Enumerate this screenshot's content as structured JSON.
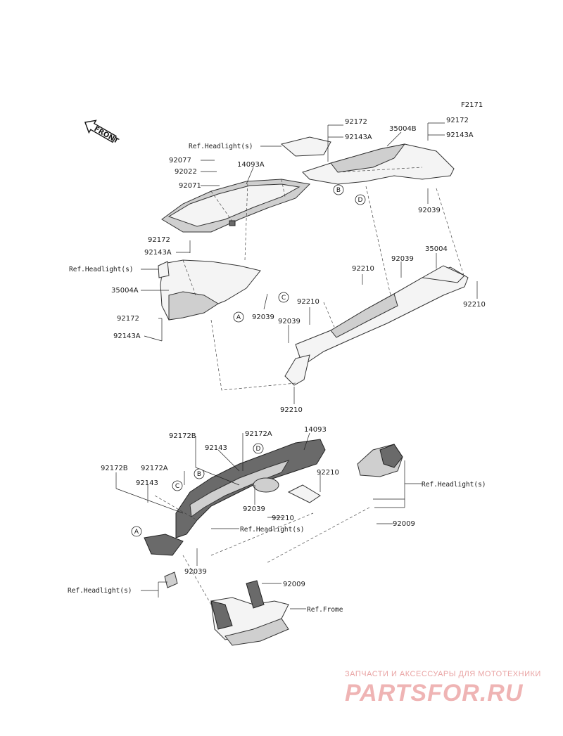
{
  "diagram": {
    "code": "F2171",
    "front_label": "FRONT",
    "upper_labels": {
      "p92172_tr1": "92172",
      "p92143A_tr1": "92143A",
      "p35004B": "35004B",
      "p92172_tr2": "92172",
      "p92143A_tr2": "92143A",
      "ref_headlight_top": "Ref.Headlight(s)",
      "p92077": "92077",
      "p92022": "92022",
      "p92071": "92071",
      "p14093A": "14093A",
      "p92039_tr": "92039",
      "p92172_l1": "92172",
      "p92143A_l1": "92143A",
      "ref_headlight_left": "Ref.Headlight(s)",
      "p35004A": "35004A",
      "p92172_l2": "92172",
      "p92143A_l2": "92143A",
      "p92039_m": "92039",
      "p92210_a": "92210",
      "p92039_b": "92039",
      "p35004": "35004",
      "p92210_r": "92210",
      "p92210_m": "92210",
      "p92039_c": "92039",
      "p92210_bot": "92210"
    },
    "lower_labels": {
      "p92172B_a": "92172B",
      "p92172A_a": "92172A",
      "p14093": "14093",
      "p92143_a": "92143",
      "p92172B_b": "92172B",
      "p92172A_b": "92172A",
      "p92143_b": "92143",
      "p92210": "92210",
      "ref_headlight_r": "Ref.Headlight(s)",
      "p92039_a": "92039",
      "p92210_b": "92210",
      "ref_headlight_m": "Ref.Headlight(s)",
      "p92009_a": "92009",
      "p92039_b": "92039",
      "p92009_b": "92009",
      "ref_headlight_l": "Ref.Headlight(s)",
      "ref_frame": "Ref.Frome"
    },
    "callouts": [
      "A",
      "B",
      "C",
      "D"
    ]
  },
  "watermark": {
    "tagline": "ЗАПЧАСТИ И АКСЕССУАРЫ ДЛЯ МОТОТЕХНИКИ",
    "logo": "PARTSFOR.RU"
  }
}
